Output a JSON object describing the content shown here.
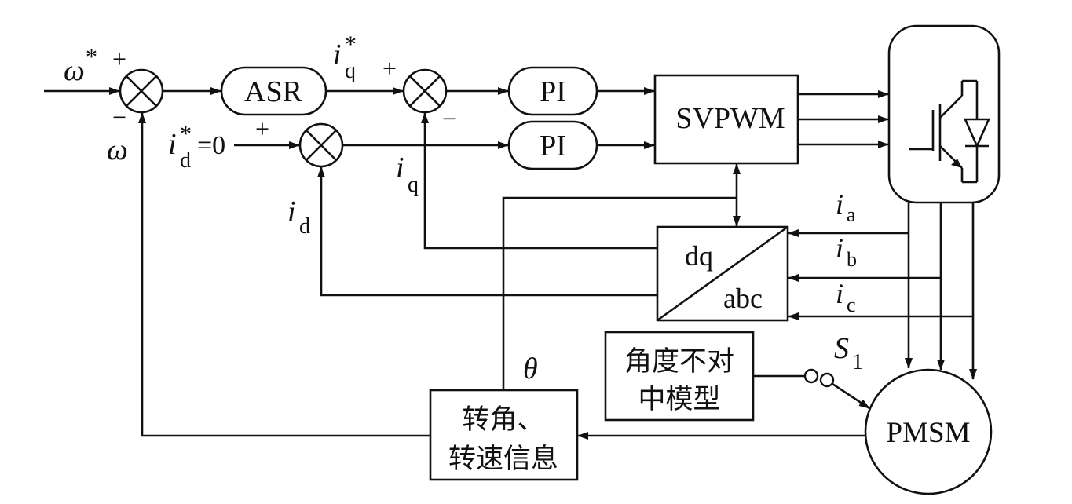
{
  "blocks": {
    "asr": "ASR",
    "pi_q": "PI",
    "pi_d": "PI",
    "svpwm": "SVPWM",
    "dq": "dq",
    "abc": "abc",
    "model_line1": "角度不对",
    "model_line2": "中模型",
    "angle_line1": "转角、",
    "angle_line2": "转速信息",
    "pmsm": "PMSM"
  },
  "signals": {
    "omega_ref": "ω",
    "omega_ref_sup": "*",
    "omega": "ω",
    "iq_ref": "i",
    "iq_ref_sub": "q",
    "iq_ref_sup": "*",
    "id_ref": "i",
    "id_ref_sub": "d",
    "id_ref_sup": "*",
    "id_ref_value": "=0",
    "iq_fb": "i",
    "iq_fb_sub": "q",
    "id_fb": "i",
    "id_fb_sub": "d",
    "ia": "i",
    "ia_sub": "a",
    "ib": "i",
    "ib_sub": "b",
    "ic": "i",
    "ic_sub": "c",
    "theta": "θ",
    "switch": "S",
    "switch_sub": "1"
  },
  "signs": {
    "plus": "+",
    "minus": "−"
  }
}
